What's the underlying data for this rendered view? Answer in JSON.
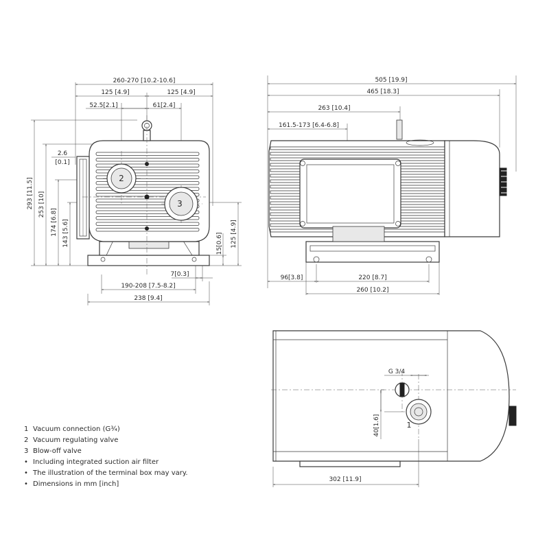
{
  "front_view": {
    "dims": {
      "overall_width": "260-270 [10.2-10.6]",
      "left_half": "125 [4.9]",
      "right_half": "125 [4.9]",
      "left_offset": "52.5[2.1]",
      "right_offset": "61[2.4]",
      "flange_top": "2.6",
      "flange_bottom": "[0.1]",
      "height_total": "293 [11.5]",
      "height_253": "253 [10]",
      "height_174": "174 [6.8]",
      "height_143": "143 [5.6]",
      "height_125": "125 [4.9]",
      "height_15": "15[0.6]",
      "foot_7": "7[0.3]",
      "foot_span": "190-208 [7.5-8.2]",
      "base_width": "238 [9.4]"
    },
    "markers": {
      "valve": "2",
      "blow_off": "3"
    }
  },
  "side_view": {
    "dims": {
      "overall": "505 [19.9]",
      "length_465": "465 [18.3]",
      "length_263": "263 [10.4]",
      "length_161": "161.5-173 [6.4-6.8]",
      "foot_96": "96[3.8]",
      "foot_220": "220 [8.7]",
      "foot_260": "260 [10.2]"
    }
  },
  "top_view": {
    "dims": {
      "thread": "G 3/4",
      "offset_40": "40[1.6]",
      "length_302": "302 [11.9]"
    },
    "markers": {
      "connection": "1"
    }
  },
  "legend": [
    {
      "key": "1",
      "text": "Vacuum connection (G¾)"
    },
    {
      "key": "2",
      "text": "Vacuum regulating valve"
    },
    {
      "key": "3",
      "text": "Blow-off valve"
    },
    {
      "key": "•",
      "text": "Including integrated suction air filter"
    },
    {
      "key": "•",
      "text": "The illustration of the terminal box may vary."
    },
    {
      "key": "•",
      "text": "Dimensions in mm [inch]"
    }
  ]
}
